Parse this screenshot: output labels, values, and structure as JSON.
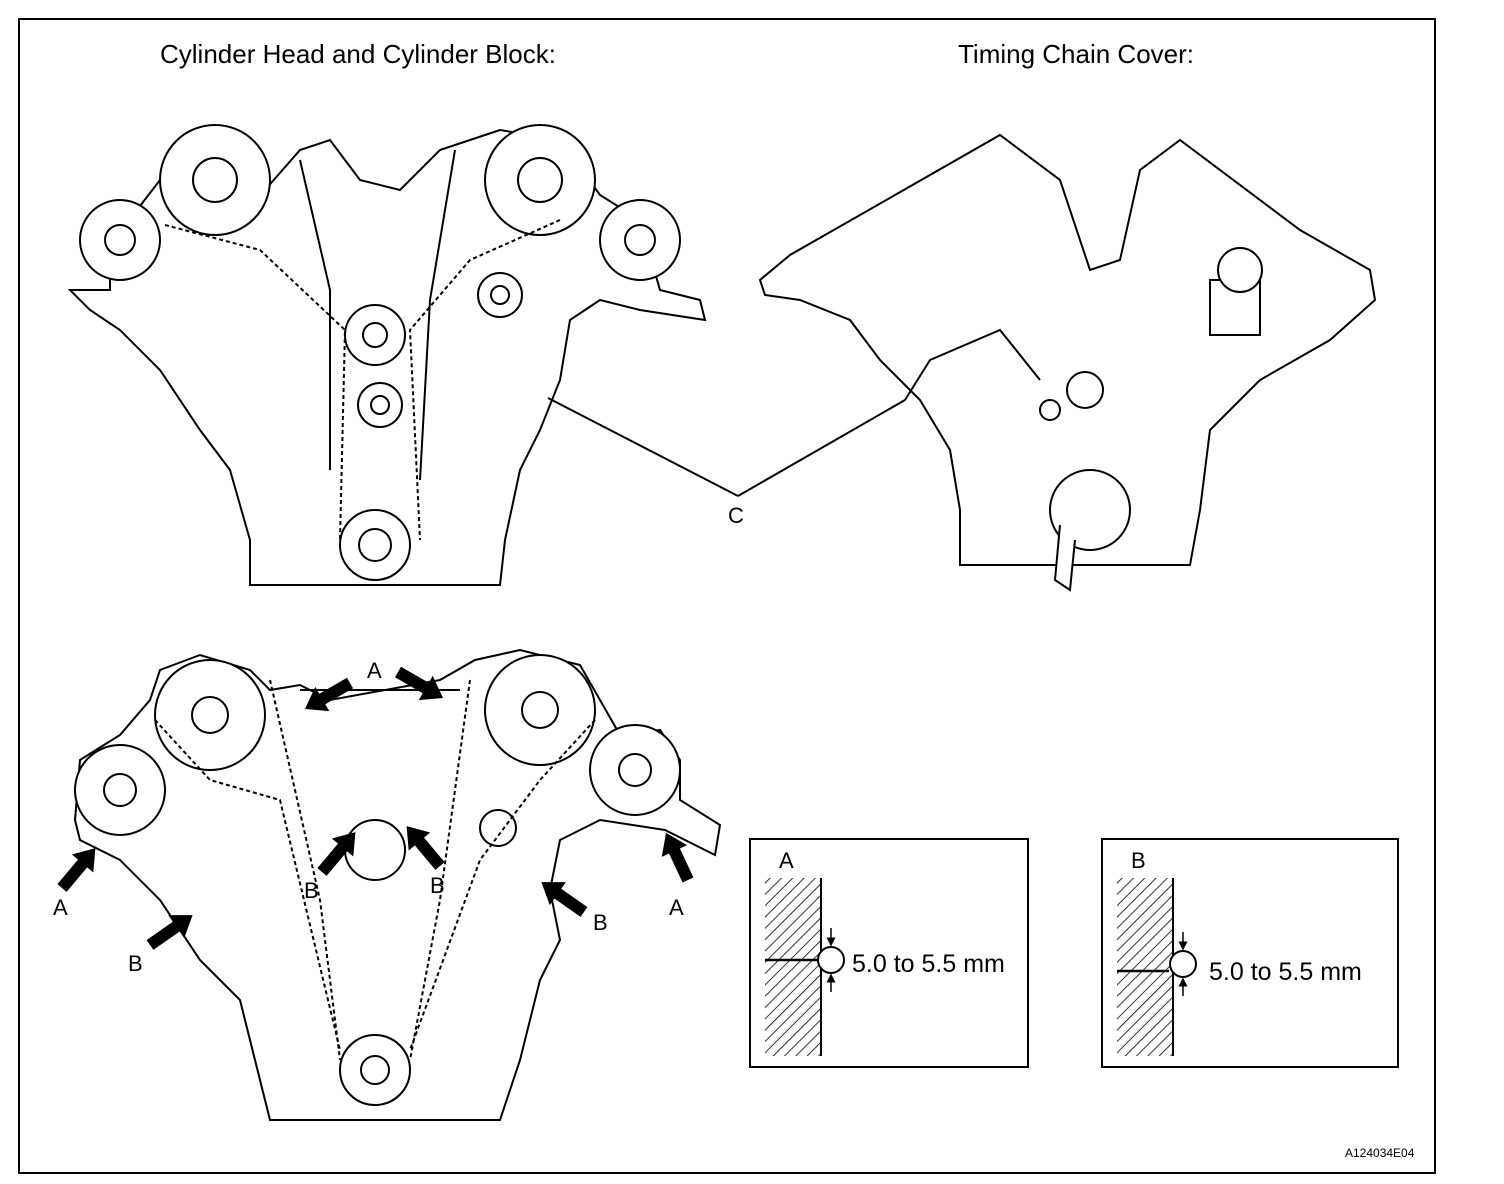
{
  "titles": {
    "left": "Cylinder Head and Cylinder Block:",
    "right": "Timing Chain Cover:"
  },
  "callouts": {
    "c": "C",
    "a": "A",
    "b": "B"
  },
  "details": [
    {
      "tag": "A",
      "dimension": "5.0 to 5.5 mm"
    },
    {
      "tag": "B",
      "dimension": "5.0 to 5.5 mm"
    }
  ],
  "figure_ref": "A124034E04"
}
